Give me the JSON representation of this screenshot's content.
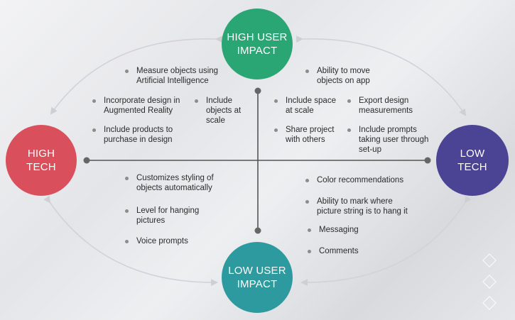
{
  "nodes": {
    "high_impact": "HIGH USER\nIMPACT",
    "low_impact": "LOW USER\nIMPACT",
    "high_tech": "HIGH\nTECH",
    "low_tech": "LOW\nTECH"
  },
  "quadrants": {
    "high_tech_high_impact": [
      "Measure objects using\nArtificial Intelligence",
      "Incorporate design in\nAugmented Reality",
      "Include\nobjects at\nscale",
      "Include products to\npurchase in design"
    ],
    "low_tech_high_impact": [
      "Ability to move\nobjects on app",
      "Include space\nat scale",
      "Export design\nmeasurements",
      "Share project\nwith others",
      "Include prompts\ntaking user through\nset-up"
    ],
    "high_tech_low_impact": [
      "Customizes styling of\nobjects automatically",
      "Level for hanging\npictures",
      "Voice prompts"
    ],
    "low_tech_low_impact": [
      "Color recommendations",
      "Ability to mark where\npicture string is to hang it",
      "Messaging",
      "Comments"
    ]
  },
  "colors": {
    "high_impact": "#2aa675",
    "low_impact": "#2d9aa0",
    "high_tech": "#d9505c",
    "low_tech": "#4b4393",
    "axis": "#555555",
    "arc": "#cfcfd3"
  },
  "decorations": [
    "diamond-outline",
    "diamond-outline",
    "diamond-outline"
  ]
}
